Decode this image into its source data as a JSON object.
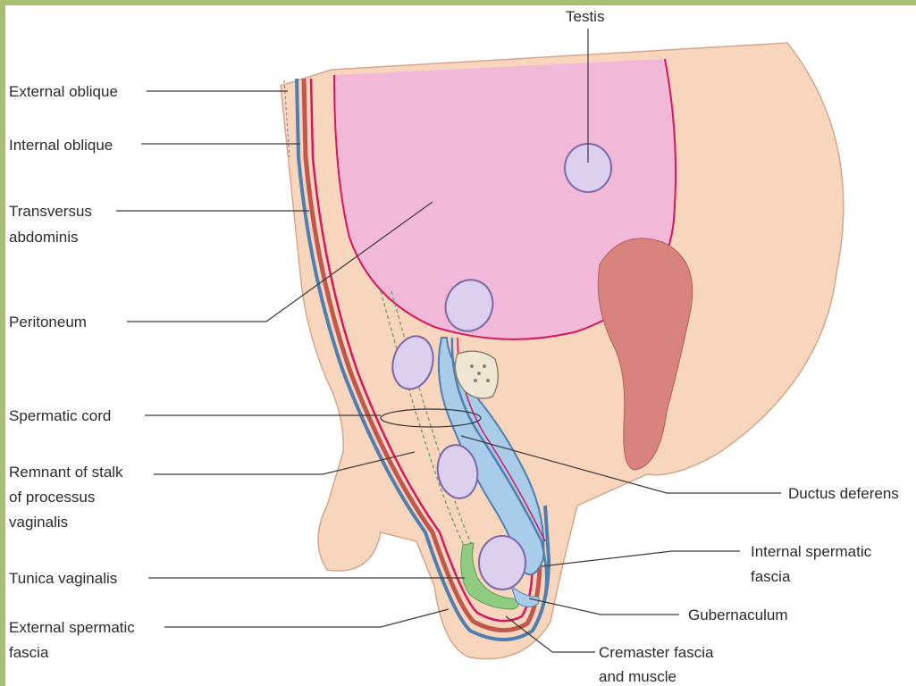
{
  "labels": {
    "testis": "Testis",
    "external_oblique": "External oblique",
    "internal_oblique": "Internal oblique",
    "transversus_1": "Transversus",
    "transversus_2": "abdominis",
    "peritoneum": "Peritoneum",
    "spermatic_cord": "Spermatic cord",
    "remnant_1": "Remnant of stalk",
    "remnant_2": "of processus",
    "remnant_3": "vaginalis",
    "tunica_vaginalis": "Tunica vaginalis",
    "external_spermatic_1": "External spermatic",
    "external_spermatic_2": "fascia",
    "ductus_deferens": "Ductus deferens",
    "internal_spermatic_1": "Internal spermatic",
    "internal_spermatic_2": "fascia",
    "gubernaculum": "Gubernaculum",
    "cremaster_1": "Cremaster fascia",
    "cremaster_2": "and muscle"
  },
  "colors": {
    "background_border": "#a7bf6e",
    "skin": "#f8d6bd",
    "peritoneal_cavity": "#f2b8d8",
    "testis": "#ddd0ee",
    "muscle_layer": "#c2574f",
    "peritoneum_line": "#d6175e",
    "fascia_blue": "#4f7fb0",
    "processus_light_blue": "#a9cde8",
    "tunica_green": "#8fcc82",
    "penis": "#d9837e"
  }
}
